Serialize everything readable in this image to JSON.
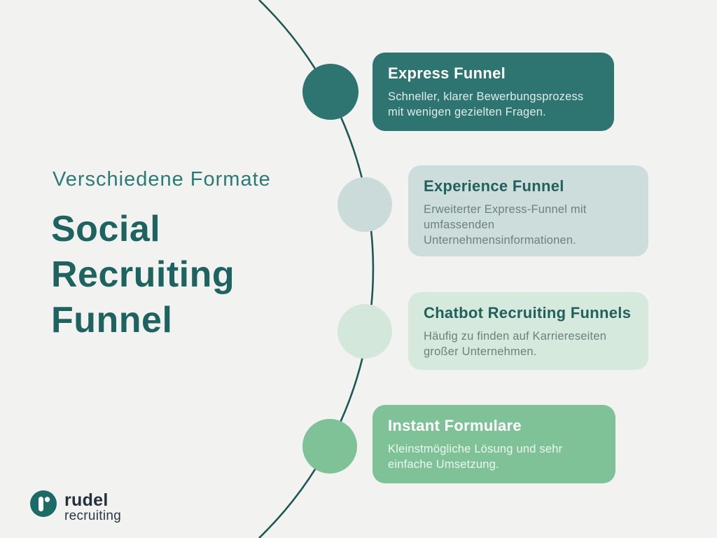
{
  "page": {
    "background_color": "#F2F3F1"
  },
  "header": {
    "subtitle": "Verschiedene Formate",
    "title_lines": [
      "Social",
      "Recruiting",
      "Funnel"
    ],
    "subtitle_color": "#2C7A75",
    "title_color": "#1E635F"
  },
  "cards": [
    {
      "heading": "Express Funnel",
      "body": "Schneller, klarer Bewerbungsprozess mit wenigen gezielten Fragen.",
      "bg_color": "#2E7470",
      "heading_color": "#FFFFFF",
      "body_color": "#DFECEA"
    },
    {
      "heading": "Experience Funnel",
      "body": "Erweiterter Express-Funnel mit umfassenden Unternehmensinformationen.",
      "bg_color": "#CDDDDC",
      "heading_color": "#21605C",
      "body_color": "#6C817D"
    },
    {
      "heading": "Chatbot Recruiting Funnels",
      "body": "Häufig zu finden auf Karriereseiten großer Unternehmen.",
      "bg_color": "#D5E9DC",
      "heading_color": "#21605C",
      "body_color": "#6C817D"
    },
    {
      "heading": "Instant Formulare",
      "body": "Kleinstmögliche Lösung und sehr einfache Umsetzung.",
      "bg_color": "#7FC297",
      "heading_color": "#FFFFFF",
      "body_color": "#ECF7F0"
    }
  ],
  "timeline": {
    "line_color": "#1F5754",
    "node_colors": [
      "#2E7470",
      "#CBDBDA",
      "#D3E7DA",
      "#7FC297"
    ]
  },
  "logo": {
    "name": "rudel",
    "tagline": "recruiting",
    "mark_color": "#1C6B66",
    "text_color": "#24313D"
  }
}
